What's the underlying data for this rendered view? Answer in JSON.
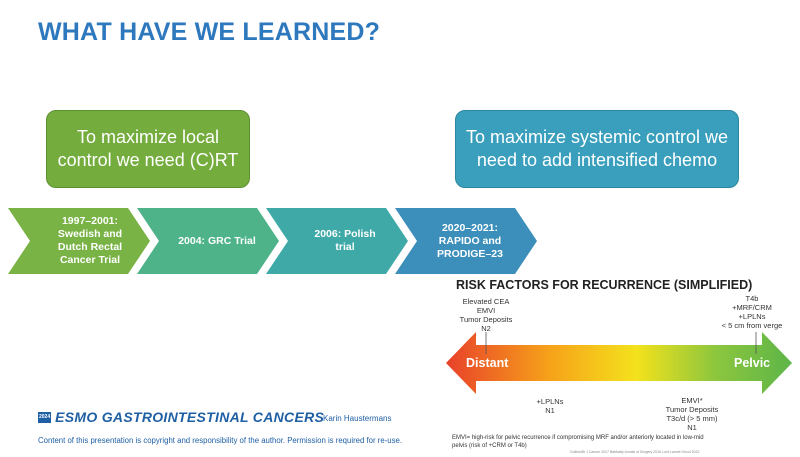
{
  "slide": {
    "title": "WHAT HAVE WE LEARNED?",
    "goal_local": [
      "To maximize local",
      "control we need (C)RT"
    ],
    "goal_systemic": [
      "To maximize systemic control we",
      "need to add intensified chemo"
    ]
  },
  "timeline": [
    {
      "lines": [
        "1997–2001:",
        "Swedish and",
        "Dutch Rectal",
        "Cancer Trial"
      ],
      "color": "#79b346"
    },
    {
      "lines": [
        "2004: GRC Trial"
      ],
      "color": "#4fb38a"
    },
    {
      "lines": [
        "2006: Polish",
        "trial"
      ],
      "color": "#3fa9a8"
    },
    {
      "lines": [
        "2020–2021:",
        "RAPIDO and",
        "PRODIGE–23"
      ],
      "color": "#3c8fba"
    }
  ],
  "risk": {
    "title": "RISK FACTORS FOR RECURRENCE (SIMPLIFIED)",
    "top_left": [
      "Elevated CEA",
      "EMVI",
      "Tumor Deposits",
      "N2"
    ],
    "top_right": [
      "T4b",
      "+MRF/CRM",
      "+LPLNs",
      "< 5 cm from verge"
    ],
    "bottom_left": [
      "+LPLNs",
      "N1"
    ],
    "bottom_right": [
      "EMVI*",
      "Tumor Deposits",
      "T3c/d (> 5 mm)",
      "N1"
    ],
    "distant_label": "Distant",
    "pelvic_label": "Pelvic",
    "gradient_colors": [
      "#e8412a",
      "#f6a21a",
      "#f4e21c",
      "#8cc63e",
      "#5db548"
    ]
  },
  "footer": {
    "brand_year": "2024",
    "brand": "ESMO GASTROINTESTINAL CANCERS",
    "author": "Karin Haustermans",
    "copyright": "Content of this presentation is copyright and responsibility of the author. Permission is required for re-use.",
    "footnote_1": "EMVI= high-risk for pelvic recurrence if compromising MRF and/or anteriorly located in low-mid",
    "footnote_2": "pelvis (risk of +CRM or T4b)",
    "reference": "Gollins/Br J Cancer 2017 Babbatty Annals of Surgery 2016 Lord Lancet Oncol 2022"
  }
}
